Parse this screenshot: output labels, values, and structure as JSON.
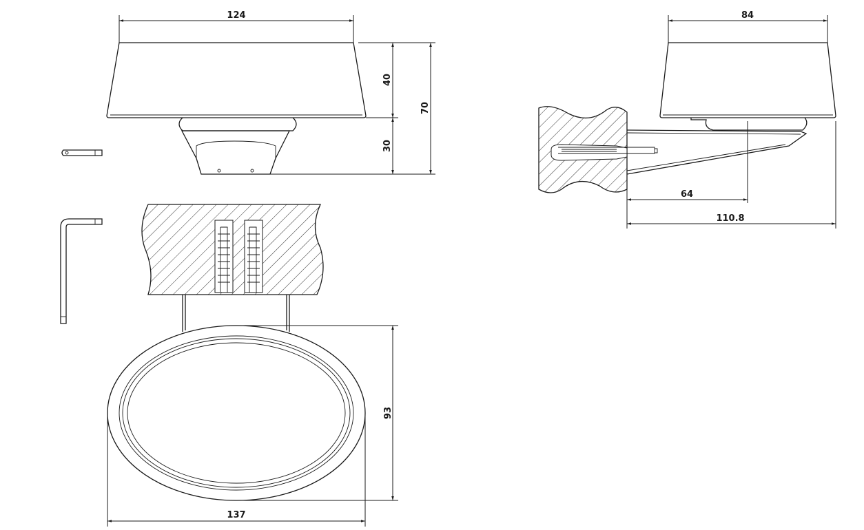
{
  "drawing": {
    "front_view": {
      "width_top": "124",
      "bowl_height": "40",
      "base_height": "30",
      "total_height": "70"
    },
    "top_view": {
      "depth": "93",
      "width": "137"
    },
    "side_view": {
      "width_top": "84",
      "axis_offset": "64",
      "projection": "110.8"
    }
  },
  "colors": {
    "line": "#1a1a1a",
    "background": "#ffffff"
  }
}
